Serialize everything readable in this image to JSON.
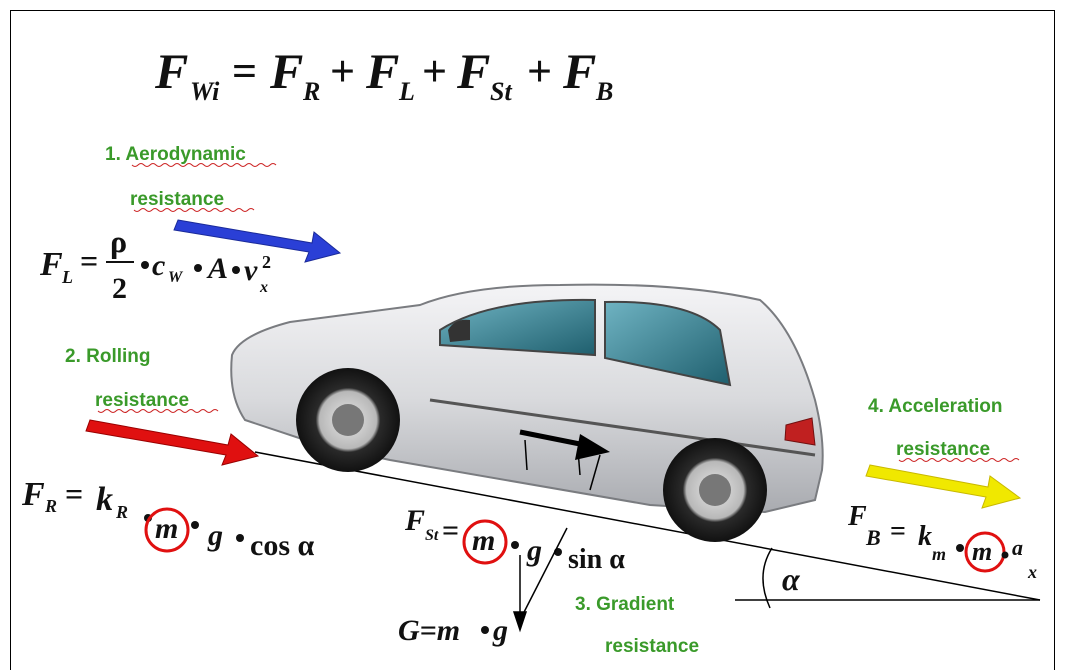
{
  "main_formula": {
    "lhs": "F",
    "lhs_sub": "Wi",
    "t1": "F",
    "t1_sub": "R",
    "t2": "F",
    "t2_sub": "L",
    "t3": "F",
    "t3_sub": "St",
    "t4": "F",
    "t4_sub": "B",
    "eq": "=",
    "plus": "+"
  },
  "labels": {
    "aero_1": "1. Aerodynamic",
    "aero_2": "resistance",
    "rolling_1": "2. Rolling",
    "rolling_2": "resistance",
    "gradient_1": "3. Gradient",
    "gradient_2": "resistance",
    "accel_1": "4. Acceleration",
    "accel_2": "resistance"
  },
  "formula_FL": {
    "lhs": "F",
    "sub": "L",
    "eq": "=",
    "num": "ρ",
    "den": "2",
    "cw": "c",
    "cw_sub": "W",
    "A": "A",
    "v": "v",
    "v_sub": "x",
    "v_sup": "2"
  },
  "formula_FR": {
    "lhs": "F",
    "sub": "R",
    "eq": "=",
    "k": "k",
    "k_sub": "R",
    "m": "m",
    "g": "g",
    "cos": "cos α"
  },
  "formula_FSt": {
    "lhs": "F",
    "sub": "St",
    "eq": "=",
    "m": "m",
    "g": "g",
    "sin": "sin α"
  },
  "formula_FB": {
    "lhs": "F",
    "sub": "B",
    "eq": "=",
    "k": "k",
    "k_sub": "m",
    "m": "m",
    "a": "a",
    "a_sub": "x"
  },
  "formula_G": {
    "text": "G=m",
    "g": "g"
  },
  "angle_label": "α",
  "colors": {
    "label_green": "#3a9a2a",
    "arrow_blue": "#2a3fd6",
    "arrow_red": "#e01010",
    "arrow_yellow": "#f0e800",
    "circle_red": "#e01010"
  }
}
